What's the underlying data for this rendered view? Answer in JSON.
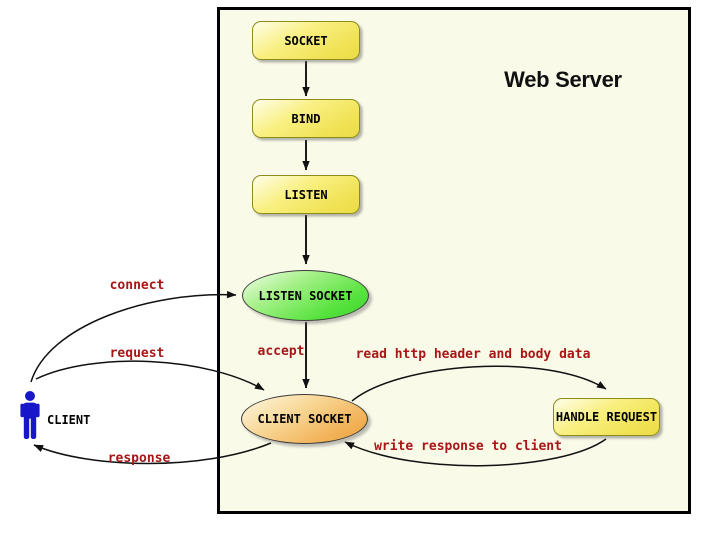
{
  "title": "Web Server",
  "nodes": {
    "socket": "SOCKET",
    "bind": "BIND",
    "listen": "LISTEN",
    "listen_socket": "LISTEN SOCKET",
    "client_socket": "CLIENT SOCKET",
    "handle_request": "HANDLE REQUEST"
  },
  "actor": {
    "label": "CLIENT"
  },
  "edges": {
    "connect": "connect",
    "request": "request",
    "response": "response",
    "accept": "accept",
    "read": "read http header and body data",
    "write": "write response to client"
  },
  "icons": {
    "client_person": "person-icon"
  },
  "colors": {
    "page_background": "#FFFFFF",
    "container_fill": "#FAFAE9",
    "container_border": "#000000",
    "node_yellow": "#F0E254",
    "node_yellow_border": "#8C8C1A",
    "node_green": "#44D733",
    "node_orange": "#EFA53C",
    "ellipse_border": "#3D3D3D",
    "edge_label_red": "#A81616",
    "client_blue": "#1717C9",
    "arrow_black": "#111111",
    "title_black": "#101010"
  }
}
